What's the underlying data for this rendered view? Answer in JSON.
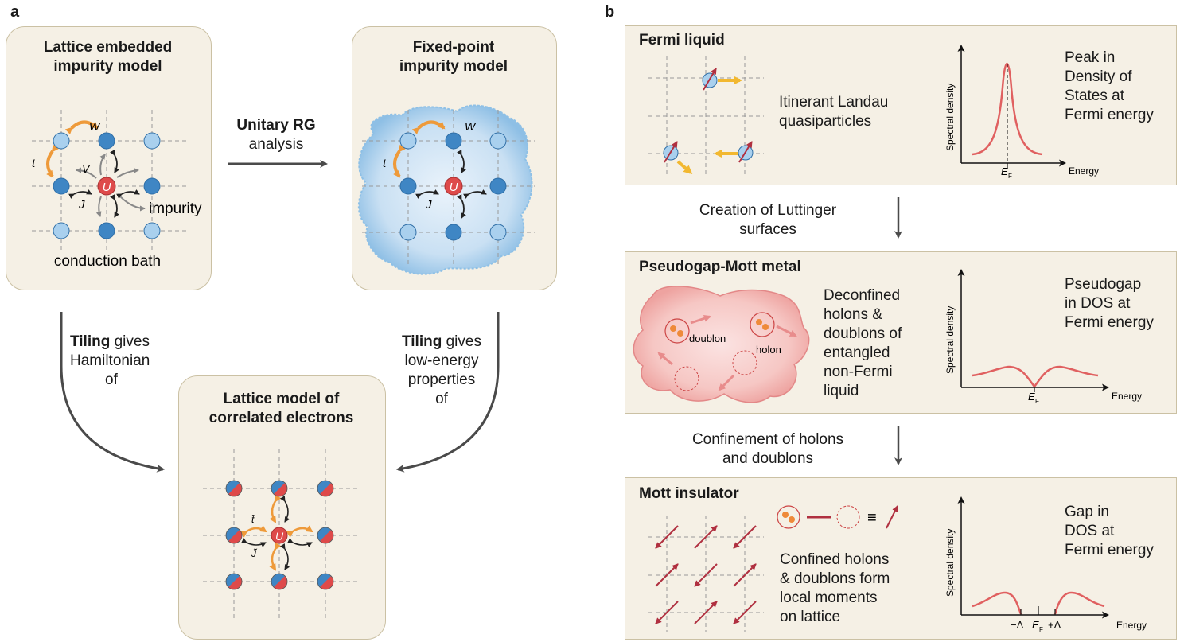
{
  "panel_a": {
    "letter": "a",
    "box1": {
      "title_line1": "Lattice embedded",
      "title_line2": "impurity model",
      "label_t": "t",
      "label_w": "W",
      "label_v": "V",
      "label_j": "J",
      "label_u": "U",
      "impurity_label": "impurity",
      "bath_label": "conduction bath"
    },
    "box2": {
      "title_line1": "Fixed-point",
      "title_line2": "impurity model",
      "label_t": "t",
      "label_w": "W",
      "label_j": "J",
      "label_u": "U"
    },
    "box3": {
      "title_line1": "Lattice model of",
      "title_line2": "correlated electrons",
      "label_t": "t̃",
      "label_j": "J̃",
      "label_u": "U"
    },
    "rg_bold": "Unitary RG",
    "rg_rest": "analysis",
    "tiling_left": {
      "bold": "Tiling",
      "line1_rest": " gives",
      "line2": "Hamiltonian",
      "line3": "of"
    },
    "tiling_right": {
      "bold": "Tiling",
      "line1_rest": " gives",
      "line2": "low-energy",
      "line3": "properties",
      "line4": "of"
    }
  },
  "panel_b": {
    "letter": "b",
    "fermi": {
      "title": "Fermi liquid",
      "desc_line1": "Itinerant Landau",
      "desc_line2": "quasiparticles",
      "dos_line1": "Peak in",
      "dos_line2": "Density of",
      "dos_line3": "States at",
      "dos_line4": "Fermi energy",
      "ylabel": "Spectral density",
      "xlabel": "Energy",
      "ef": "E",
      "ef_sub": "F"
    },
    "step1": {
      "line1": "Creation of Luttinger",
      "line2": "surfaces"
    },
    "pseudo": {
      "title": "Pseudogap-Mott metal",
      "desc_lines": [
        "Deconfined",
        "holons &",
        "doublons of",
        "entangled",
        "non-Fermi",
        "liquid"
      ],
      "doublon": "doublon",
      "holon": "holon",
      "dos_line1": "Pseudogap",
      "dos_line2": "in DOS at",
      "dos_line3": "Fermi energy",
      "ylabel": "Spectral density",
      "xlabel": "Energy",
      "ef": "E",
      "ef_sub": "F"
    },
    "step2": {
      "line1": "Confinement of holons",
      "line2": "and doublons"
    },
    "mott": {
      "title": "Mott insulator",
      "equiv": "≡",
      "desc_lines": [
        "Confined holons",
        "& doublons form",
        "local moments",
        "on lattice"
      ],
      "dos_line1": "Gap in",
      "dos_line2": "DOS at",
      "dos_line3": "Fermi energy",
      "ylabel": "Spectral density",
      "xlabel": "Energy",
      "minus_delta": "−Δ",
      "ef": "E",
      "ef_sub": "F",
      "plus_delta": "+Δ"
    }
  },
  "colors": {
    "box_fill": "#f5f0e5",
    "box_border": "#cbc1a4",
    "light_blue": "#a9d0ee",
    "dark_blue": "#3f86c4",
    "red": "#de4a4a",
    "orange": "#ee9a3a",
    "curve": "#e06060",
    "arrow_red": "#b03040",
    "arrow_yellow": "#f2b830"
  }
}
